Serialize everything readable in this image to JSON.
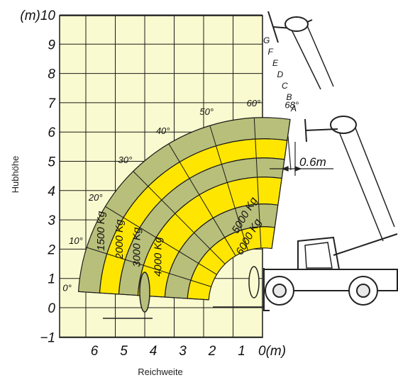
{
  "chart_data": {
    "type": "diagram",
    "x_axis": {
      "label": "Reichweite",
      "ticks": [
        "6",
        "5",
        "4",
        "3",
        "2",
        "1",
        "0(m)"
      ],
      "values": [
        6,
        5,
        4,
        3,
        2,
        1,
        0
      ]
    },
    "y_axis": {
      "label": "Hubhöhe",
      "ticks": [
        "(m)10",
        "9",
        "8",
        "7",
        "6",
        "5",
        "4",
        "3",
        "2",
        "1",
        "0",
        "−1"
      ],
      "values": [
        10,
        9,
        8,
        7,
        6,
        5,
        4,
        3,
        2,
        1,
        0,
        -1
      ]
    },
    "angle_labels": [
      "0°",
      "10°",
      "20°",
      "30°",
      "40°",
      "50°",
      "60°",
      "68°"
    ],
    "boom_positions": [
      "A",
      "B",
      "C",
      "D",
      "E",
      "F",
      "G"
    ],
    "load_zones": [
      {
        "label": "1500 Kg",
        "color": "#b8bf7a"
      },
      {
        "label": "2000 Kg",
        "color": "#ffe600"
      },
      {
        "label": "3000 Kg",
        "color": "#b8bf7a"
      },
      {
        "label": "4000 Kg",
        "color": "#ffe600"
      },
      {
        "label": "5000 Kg",
        "color": "#b8bf7a"
      },
      {
        "label": "6000 Kg",
        "color": "#ffe600"
      }
    ],
    "dimension_label": "0.6m",
    "grid": true
  },
  "colors": {
    "grid_bg": "#fafad0",
    "grid_line": "#1a1a1a",
    "green": "#b8bf7a",
    "yellow": "#ffe600"
  }
}
